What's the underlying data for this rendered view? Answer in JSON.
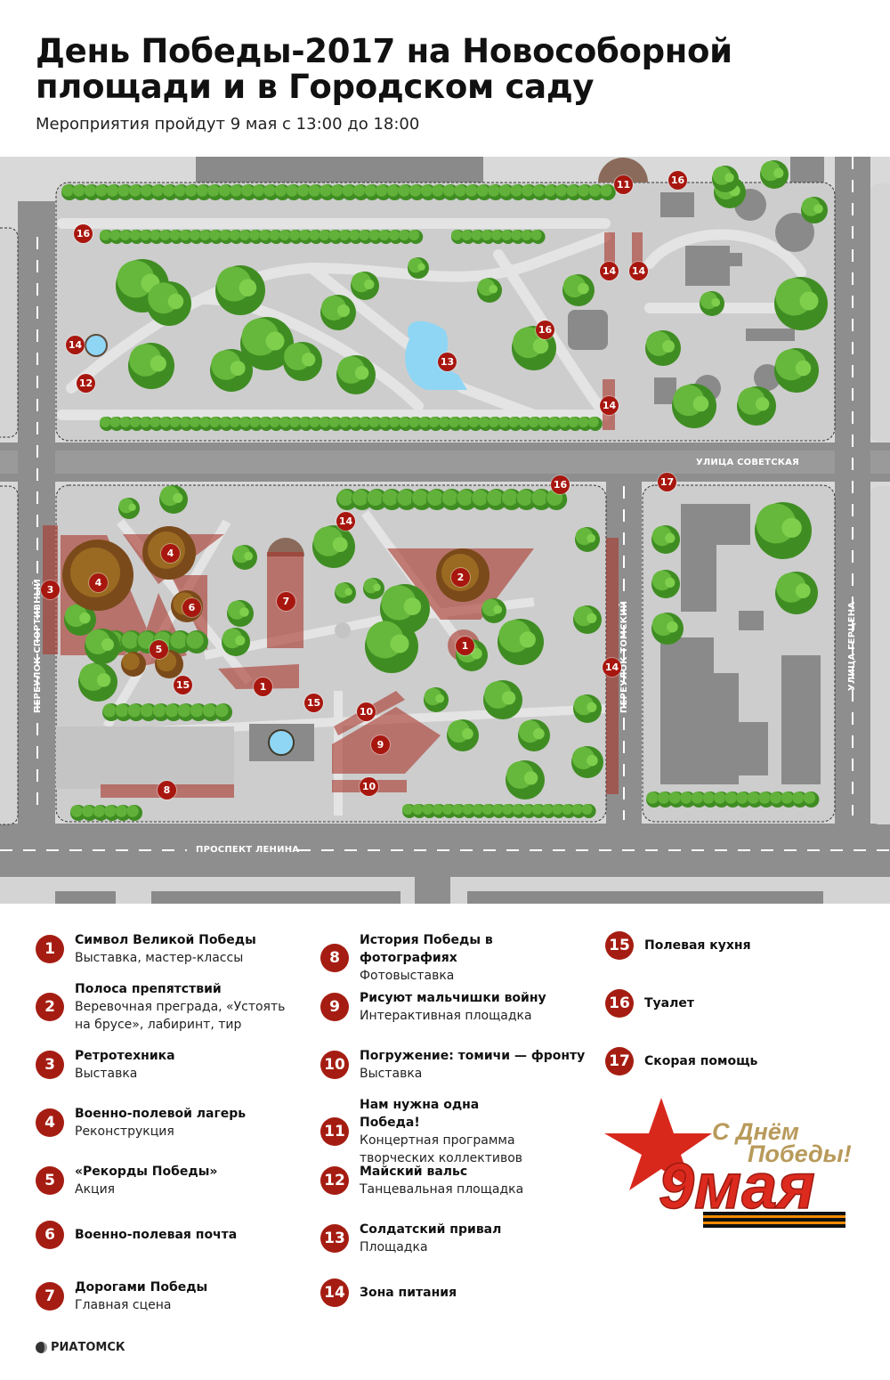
{
  "header": {
    "title": "День Победы-2017 на Новособорной площади и в Городском саду",
    "subtitle": "Мероприятия пройдут 9 мая с 13:00 до 18:00"
  },
  "map": {
    "streets": {
      "sovetskaya": "УЛИЦА СОВЕТСКАЯ",
      "lenina": "ПРОСПЕКТ ЛЕНИНА",
      "sportivny": "ПЕРЕУЛОК СПОРТИВНЫЙ",
      "tomsky": "ПЕРЕУЛОК ТОМСКИЙ",
      "gertsena": "УЛИЦА ГЕРЦЕНА"
    },
    "markers": [
      "11",
      "16",
      "16",
      "14",
      "12",
      "14",
      "14",
      "16",
      "13",
      "14",
      "16",
      "17",
      "14",
      "4",
      "4",
      "3",
      "6",
      "7",
      "2",
      "1",
      "5",
      "15",
      "1",
      "15",
      "10",
      "9",
      "10",
      "8",
      "14"
    ],
    "colors": {
      "road": "#8e8e8e",
      "block": "#d4d4d4",
      "path": "#e6e6e6",
      "zone": "#a8352a",
      "marker": "#a8170f",
      "tree": "#4f9e2a",
      "water": "#8fd6f5"
    }
  },
  "legend": [
    {
      "num": "1",
      "title": "Символ Великой Победы",
      "desc": "Выставка, мастер-классы"
    },
    {
      "num": "2",
      "title": "Полоса препятствий",
      "desc": "Веревочная преграда, «Устоять на брусе», лабиринт, тир"
    },
    {
      "num": "3",
      "title": "Ретротехника",
      "desc": "Выставка"
    },
    {
      "num": "4",
      "title": "Военно-полевой лагерь",
      "desc": "Реконструкция"
    },
    {
      "num": "5",
      "title": "«Рекорды Победы»",
      "desc": "Акция"
    },
    {
      "num": "6",
      "title": "Военно-полевая почта",
      "desc": ""
    },
    {
      "num": "7",
      "title": "Дорогами Победы",
      "desc": "Главная сцена"
    },
    {
      "num": "8",
      "title": "История Победы в фотографиях",
      "desc": "Фотовыставка"
    },
    {
      "num": "9",
      "title": "Рисуют мальчишки войну",
      "desc": "Интерактивная площадка"
    },
    {
      "num": "10",
      "title": "Погружение: томичи — фронту",
      "desc": "Выставка"
    },
    {
      "num": "11",
      "title": "Нам нужна одна Победа!",
      "desc": "Концертная программа творческих коллективов"
    },
    {
      "num": "12",
      "title": "Майский вальс",
      "desc": "Танцевальная площадка"
    },
    {
      "num": "13",
      "title": "Солдатский привал",
      "desc": "Площадка"
    },
    {
      "num": "14",
      "title": "Зона питания",
      "desc": ""
    },
    {
      "num": "15",
      "title": "Полевая кухня",
      "desc": ""
    },
    {
      "num": "16",
      "title": "Туалет",
      "desc": ""
    },
    {
      "num": "17",
      "title": "Скорая помощь",
      "desc": ""
    }
  ],
  "logo": {
    "greeting": "С Днём Победы!",
    "date": "9мая"
  },
  "footer": {
    "brand": "РИАТОМСК"
  }
}
